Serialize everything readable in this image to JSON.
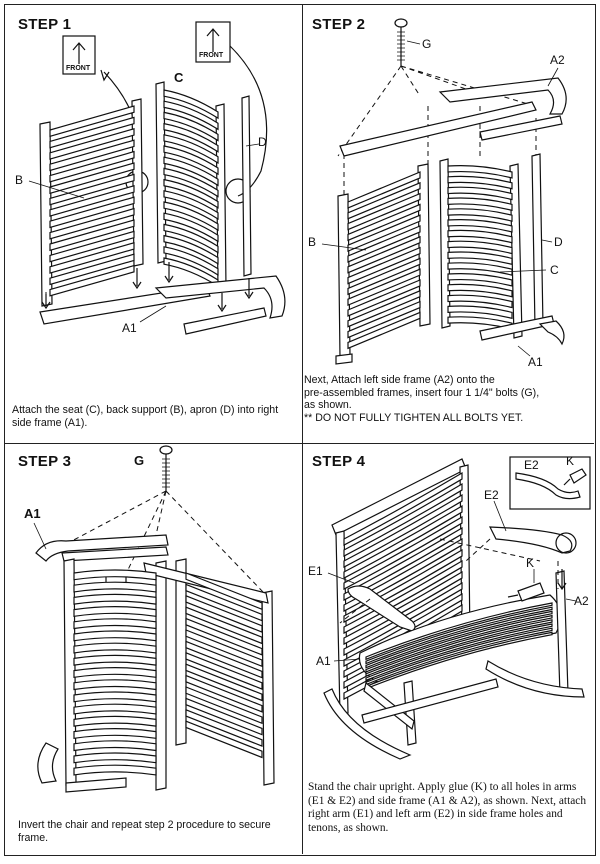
{
  "steps": [
    {
      "title": "STEP 1",
      "caption": "Attach the seat (C), back support (B), apron (D) into right side frame (A1).",
      "labels": {
        "B": "B",
        "C": "C",
        "D": "D",
        "A1": "A1",
        "front_left": "FRONT",
        "front_right": "FRONT"
      }
    },
    {
      "title": "STEP 2",
      "caption_lines": [
        "Next, Attach left side frame (A2) onto the",
        "pre-assembled frames, insert four 1 1/4\" bolts (G),",
        "as shown.",
        "** DO NOT FULLY TIGHTEN ALL BOLTS YET."
      ],
      "labels": {
        "G": "G",
        "A2": "A2",
        "B": "B",
        "D": "D",
        "C": "C",
        "A1": "A1"
      }
    },
    {
      "title": "STEP 3",
      "caption": "Invert the chair and repeat step 2 procedure to secure frame.",
      "labels": {
        "G": "G",
        "A1": "A1"
      }
    },
    {
      "title": "STEP 4",
      "caption": "Stand the chair upright. Apply glue  (K) to all holes in arms (E1 & E2) and side frame (A1 & A2), as shown. Next, attach right arm (E1) and left arm (E2) in side frame  holes and tenons, as shown.",
      "labels": {
        "E2_inset": "E2",
        "K_inset": "K",
        "E2": "E2",
        "E1": "E1",
        "K": "K",
        "A2": "A2",
        "A1": "A1"
      }
    }
  ]
}
